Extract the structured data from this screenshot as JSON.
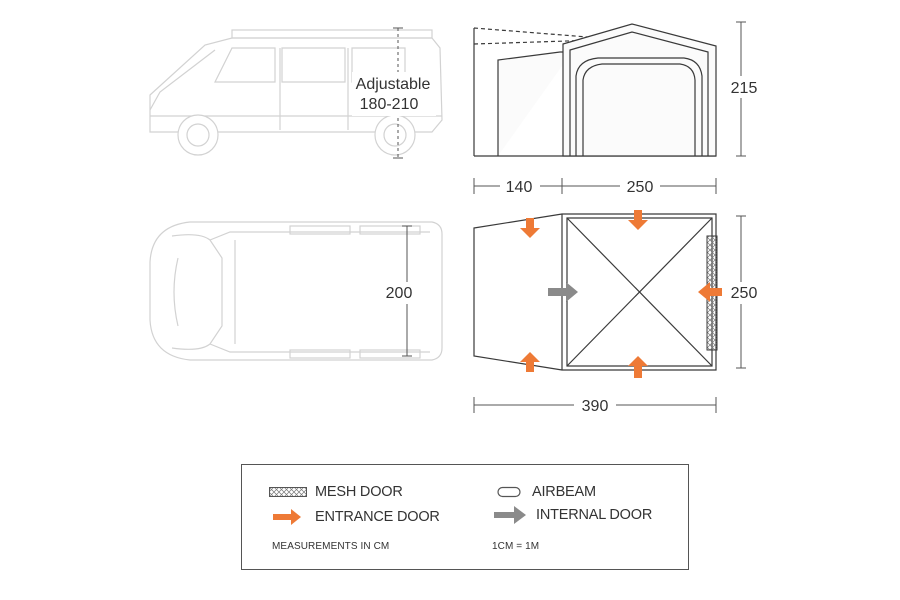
{
  "dimensions": {
    "height_adjustable_label": "Adjustable",
    "height_adjustable_range": "180-210",
    "tent_height": "215",
    "front_length": "140",
    "main_length": "250",
    "main_width": "250",
    "vehicle_width": "200",
    "total_length": "390"
  },
  "legend": {
    "mesh_door": "MESH DOOR",
    "airbeam": "AIRBEAM",
    "entrance_door": "ENTRANCE DOOR",
    "internal_door": "INTERNAL DOOR",
    "measurements_note": "MEASUREMENTS IN CM",
    "scale_note": "1CM = 1M"
  },
  "colors": {
    "entrance_arrow": "#ee7a36",
    "internal_arrow": "#8a8a8a",
    "outline": "#3a3a3a",
    "vehicle_outline": "#cfcfcf"
  }
}
